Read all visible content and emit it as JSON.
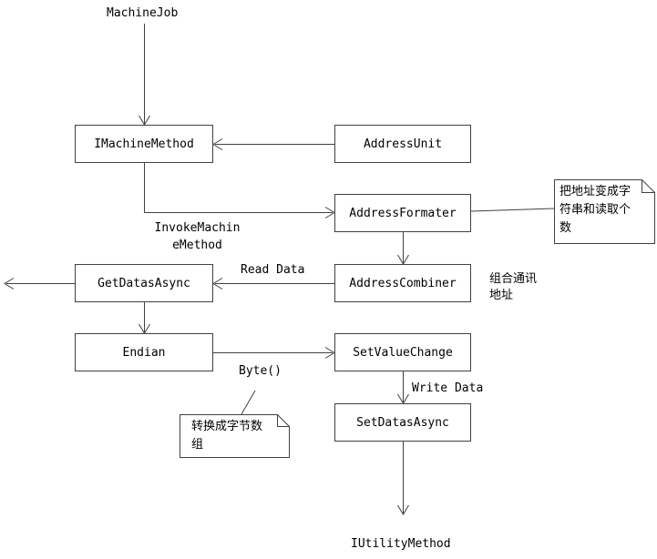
{
  "diagram": {
    "nodes": {
      "machine_job": "MachineJob",
      "imachine_method": "IMachineMethod",
      "address_unit": "AddressUnit",
      "address_formater": "AddressFormater",
      "address_combiner": "AddressCombiner",
      "get_datas_async": "GetDatasAsync",
      "endian": "Endian",
      "set_value_change": "SetValueChange",
      "set_datas_async": "SetDatasAsync",
      "iutility_method": "IUtilityMethod"
    },
    "edge_labels": {
      "invoke_machine_method": "InvokeMachineMethod",
      "read_data": "Read Data",
      "combine_address": "组合通讯地址",
      "byte": "Byte()",
      "write_data": "Write Data"
    },
    "notes": {
      "format_note": "把地址变成字符串和读取个数",
      "byte_note": "转换成字节数组"
    },
    "colors": {
      "line": "#404040",
      "background": "#ffffff",
      "text": "#000000"
    }
  }
}
